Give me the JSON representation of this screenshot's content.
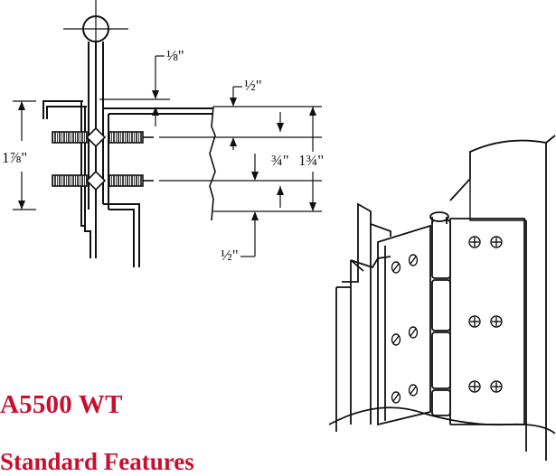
{
  "product": {
    "title": "A5500 WT",
    "section": "Standard Features",
    "brand_color": "#c8102e"
  },
  "dimensions": {
    "eighth": "⅛\"",
    "half_top": "½\"",
    "overall_left": "1⅞\"",
    "three_quarter": "¾\"",
    "one_three_quarter": "1¾\"",
    "half_bottom": "½\""
  },
  "drawings": {
    "cross_section": "hinge-cross-section-icon",
    "perspective": "continuous-hinge-perspective-icon"
  }
}
